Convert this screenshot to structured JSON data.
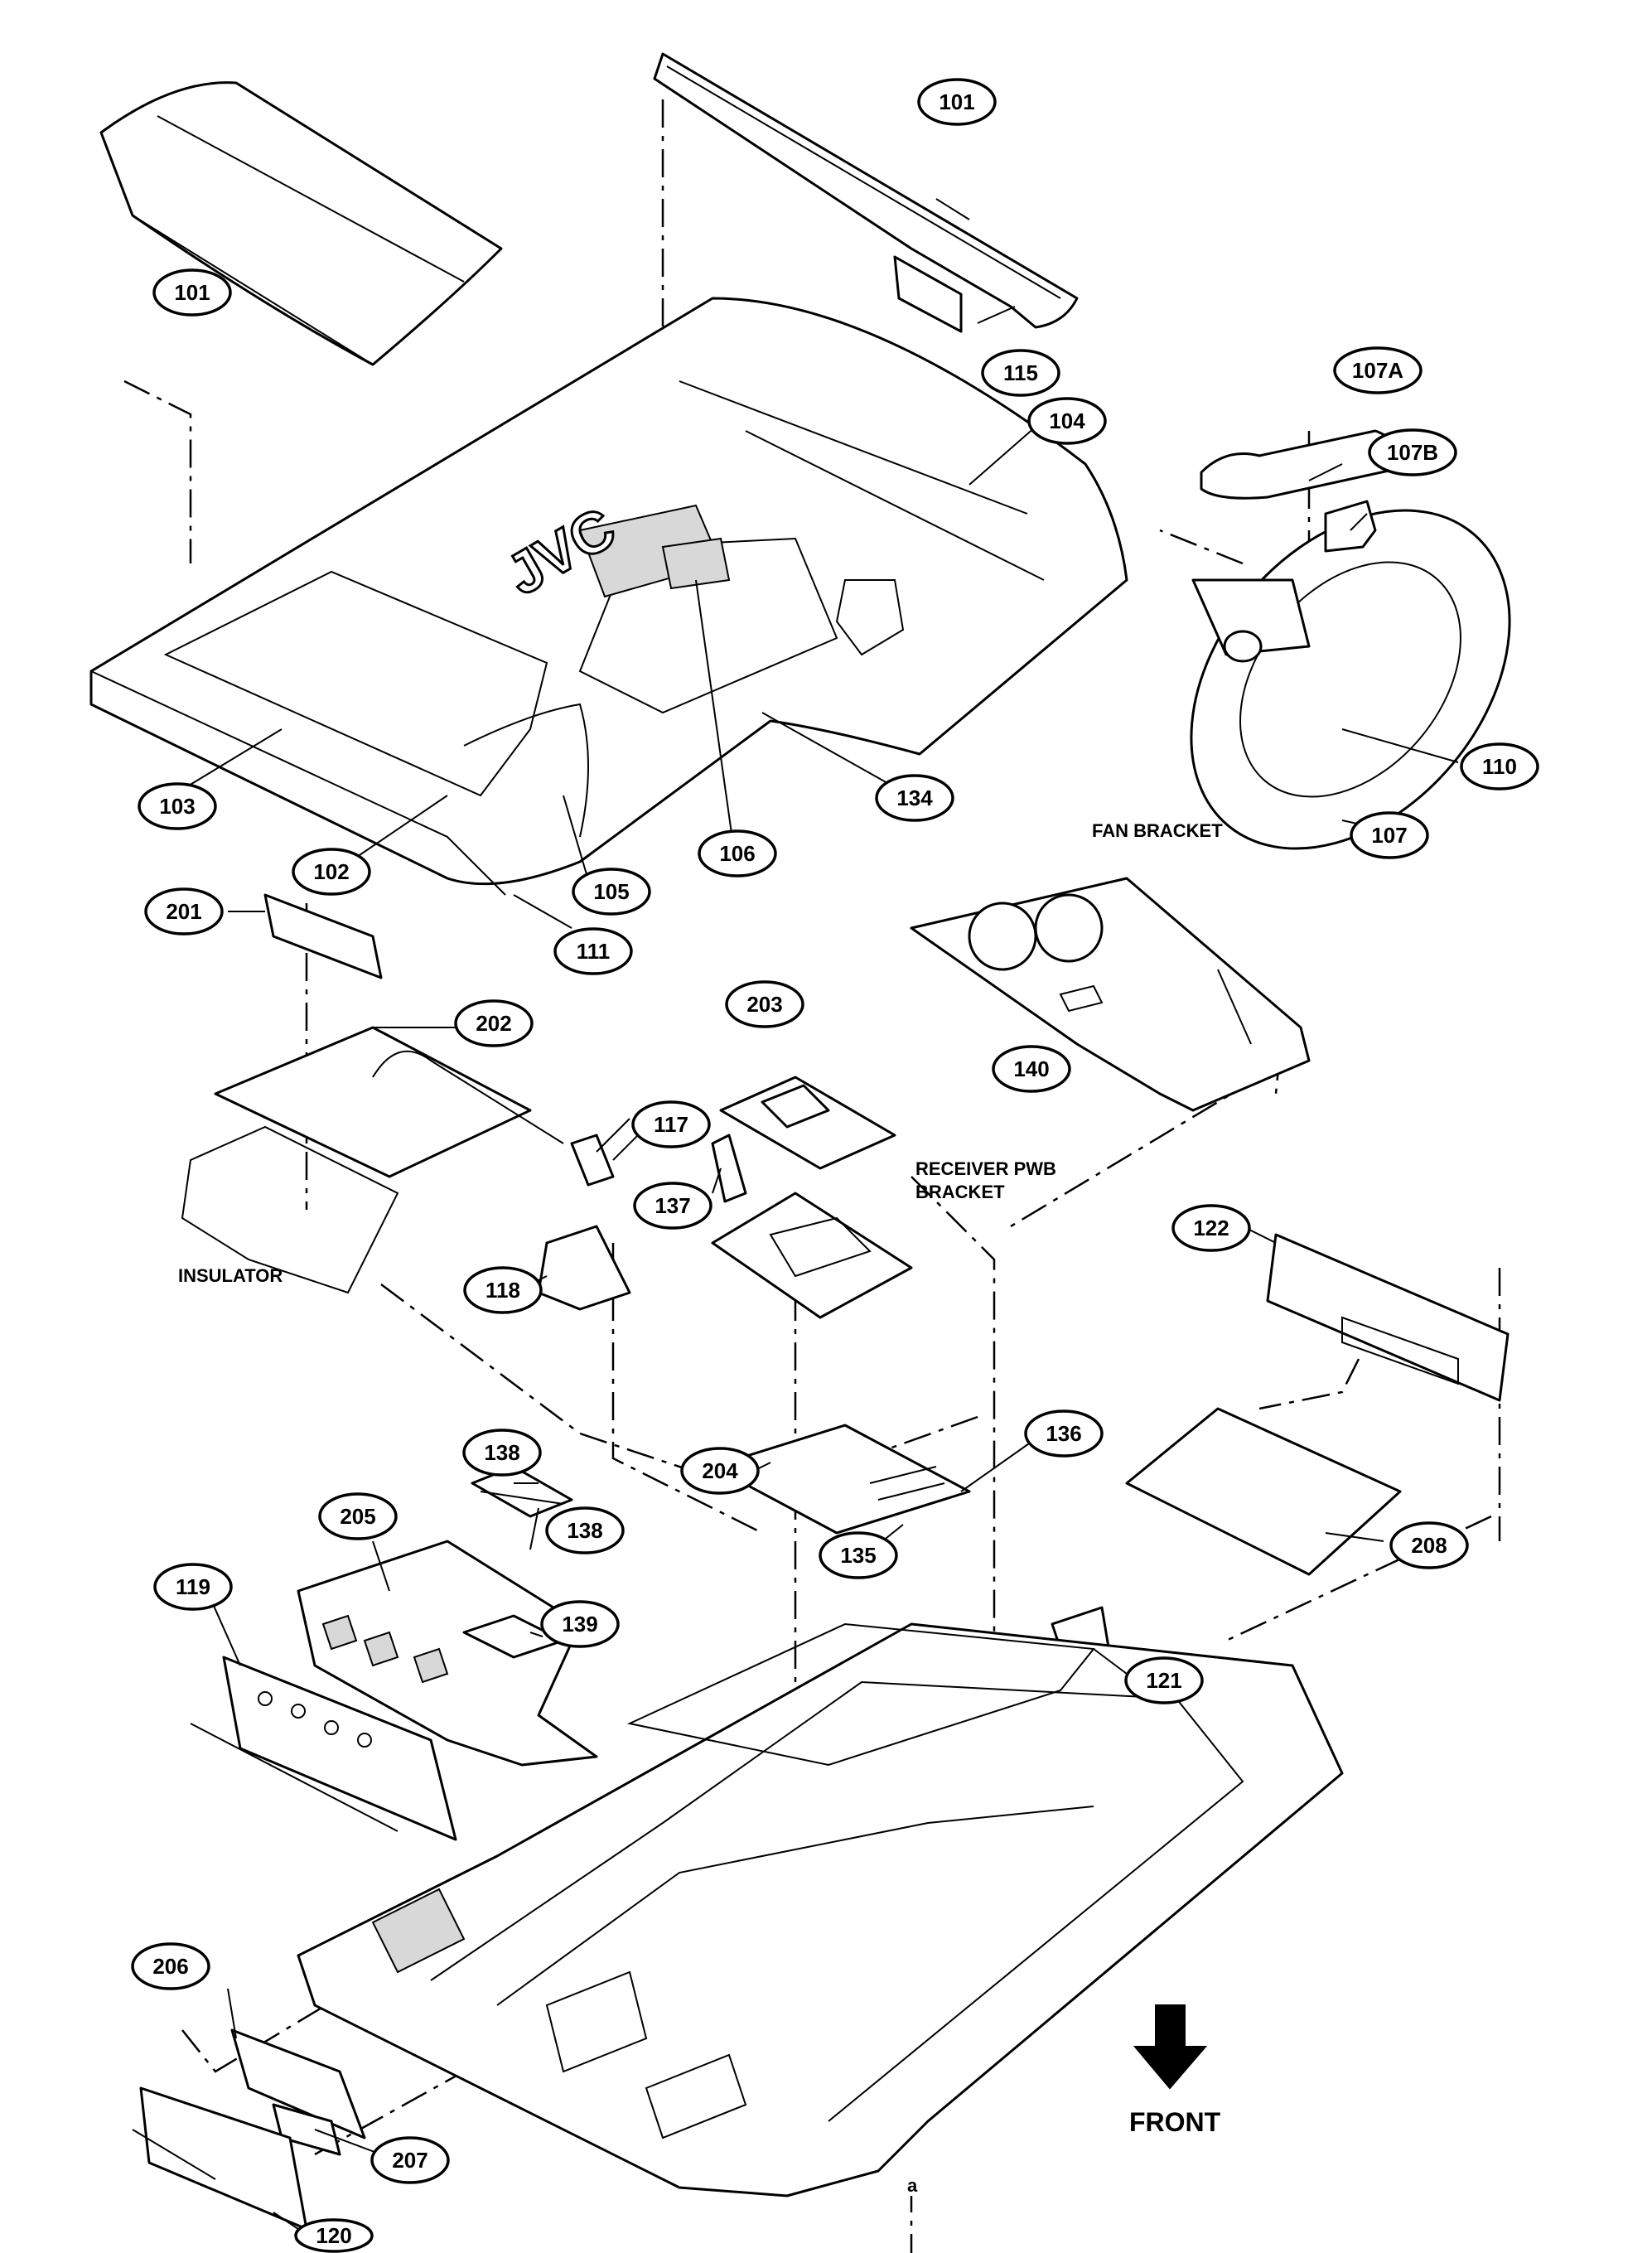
{
  "diagram": {
    "logo_text": "JVC",
    "callouts": [
      {
        "label": "101"
      },
      {
        "label": "101"
      },
      {
        "label": "115"
      },
      {
        "label": "104"
      },
      {
        "label": "107A"
      },
      {
        "label": "107B"
      },
      {
        "label": "103"
      },
      {
        "label": "102"
      },
      {
        "label": "105"
      },
      {
        "label": "106"
      },
      {
        "label": "134"
      },
      {
        "label": "111"
      },
      {
        "label": "110"
      },
      {
        "label": "107"
      },
      {
        "label": "201"
      },
      {
        "label": "202"
      },
      {
        "label": "117"
      },
      {
        "label": "203"
      },
      {
        "label": "137"
      },
      {
        "label": "118"
      },
      {
        "label": "140"
      },
      {
        "label": "122"
      },
      {
        "label": "204"
      },
      {
        "label": "136"
      },
      {
        "label": "135"
      },
      {
        "label": "208"
      },
      {
        "label": "138"
      },
      {
        "label": "138"
      },
      {
        "label": "205"
      },
      {
        "label": "119"
      },
      {
        "label": "139"
      },
      {
        "label": "121"
      },
      {
        "label": "206"
      },
      {
        "label": "207"
      },
      {
        "label": "120"
      }
    ],
    "notes": {
      "fan_bracket": "FAN BRACKET",
      "receiver_pwb_line1": "RECEIVER PWB",
      "receiver_pwb_line2": "BRACKET",
      "insulator": "INSULATOR",
      "front": "FRONT",
      "point_a": "a"
    }
  }
}
